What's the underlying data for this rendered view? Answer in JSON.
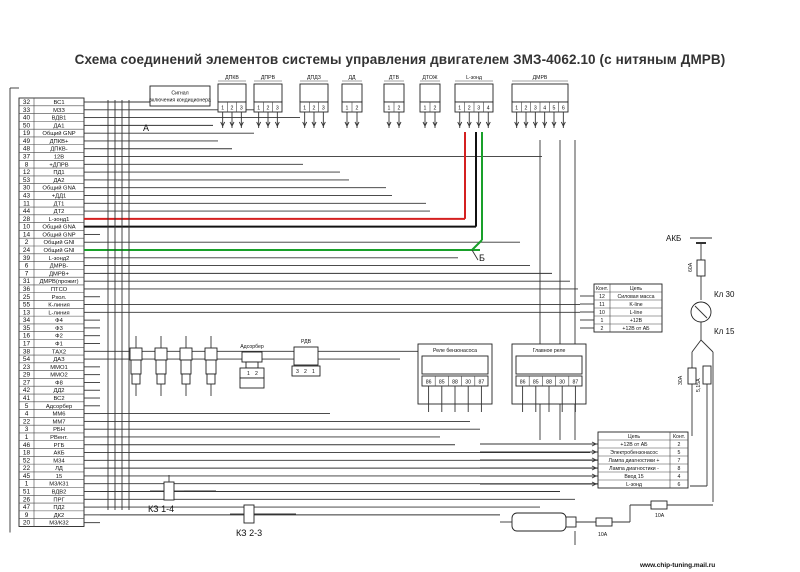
{
  "title": "Схема соединений элементов системы управления двигателем ЗМЗ-4062.10 (с нитяным ДМРВ)",
  "ecu_pins": [
    {
      "num": "32",
      "label": "ВС1"
    },
    {
      "num": "33",
      "label": "МЗЗ"
    },
    {
      "num": "40",
      "label": "ВДВ1"
    },
    {
      "num": "50",
      "label": "ДА1"
    },
    {
      "num": "19",
      "label": "Общий GNP"
    },
    {
      "num": "49",
      "label": "ДПКВ+"
    },
    {
      "num": "48",
      "label": "ДПКВ-"
    },
    {
      "num": "37",
      "label": "12В"
    },
    {
      "num": "8",
      "label": "+ДПРВ"
    },
    {
      "num": "12",
      "label": "ПД1"
    },
    {
      "num": "53",
      "label": "ДА2"
    },
    {
      "num": "30",
      "label": "Общий GNA"
    },
    {
      "num": "43",
      "label": "+ДД1"
    },
    {
      "num": "11",
      "label": "ДТ1"
    },
    {
      "num": "44",
      "label": "ДТ2"
    },
    {
      "num": "28",
      "label": "L-зонд1"
    },
    {
      "num": "10",
      "label": "Общий GNA"
    },
    {
      "num": "14",
      "label": "Общий GNP"
    },
    {
      "num": "2",
      "label": "Общий GNI"
    },
    {
      "num": "24",
      "label": "Общий GNI"
    },
    {
      "num": "39",
      "label": "L-зонд2"
    },
    {
      "num": "6",
      "label": "ДМРВ-"
    },
    {
      "num": "7",
      "label": "ДМРВ+"
    },
    {
      "num": "31",
      "label": "ДМРВ(прожиг)"
    },
    {
      "num": "36",
      "label": "ПТСО"
    },
    {
      "num": "25",
      "label": "Рхол."
    },
    {
      "num": "55",
      "label": "К-линия"
    },
    {
      "num": "13",
      "label": "L-линия"
    },
    {
      "num": "34",
      "label": "Ф4"
    },
    {
      "num": "35",
      "label": "Ф3"
    },
    {
      "num": "16",
      "label": "Ф2"
    },
    {
      "num": "17",
      "label": "Ф1"
    },
    {
      "num": "38",
      "label": "ТАХ2"
    },
    {
      "num": "54",
      "label": "ДАЗ"
    },
    {
      "num": "23",
      "label": "ММО1"
    },
    {
      "num": "29",
      "label": "ММО2"
    },
    {
      "num": "27",
      "label": "Ф8"
    },
    {
      "num": "42",
      "label": "ДД2"
    },
    {
      "num": "41",
      "label": "ВС2"
    },
    {
      "num": "5",
      "label": "Адсорбер"
    },
    {
      "num": "4",
      "label": "ММ6"
    },
    {
      "num": "22",
      "label": "ММ7"
    },
    {
      "num": "3",
      "label": "РБН"
    },
    {
      "num": "1",
      "label": "РВент."
    },
    {
      "num": "46",
      "label": "РГБ"
    },
    {
      "num": "18",
      "label": "АКБ"
    },
    {
      "num": "52",
      "label": "МЗ4"
    },
    {
      "num": "22",
      "label": "ЛД"
    },
    {
      "num": "45",
      "label": "15"
    },
    {
      "num": "1",
      "label": "М3/К31"
    },
    {
      "num": "51",
      "label": "ВДВ2"
    },
    {
      "num": "26",
      "label": "ПРГ"
    },
    {
      "num": "47",
      "label": "ПД2"
    },
    {
      "num": "9",
      "label": "ДК2"
    },
    {
      "num": "20",
      "label": "М3/К32"
    }
  ],
  "top_components": [
    {
      "label": "ДПКВ",
      "pins": [
        "1",
        "2",
        "3"
      ]
    },
    {
      "label": "ДПРВ",
      "pins": [
        "1",
        "2",
        "3"
      ]
    },
    {
      "label": "ДПДЗ",
      "pins": [
        "1",
        "2",
        "3"
      ]
    },
    {
      "label": "ДД",
      "pins": [
        "1",
        "2"
      ]
    },
    {
      "label": "ДТВ",
      "pins": [
        "1",
        "2"
      ]
    },
    {
      "label": "ДТОЖ",
      "pins": [
        "1",
        "2"
      ]
    },
    {
      "label": "L-зонд",
      "pins": [
        "1",
        "2",
        "3",
        "4"
      ]
    },
    {
      "label": "ДМРВ",
      "pins": [
        "1",
        "2",
        "3",
        "4",
        "5",
        "6"
      ]
    }
  ],
  "ac_signal": "Сигнал включения кондиционера",
  "point_a": "А",
  "point_b": "Б",
  "diag_connector": {
    "headers": [
      "Конт.",
      "Цепь"
    ],
    "rows": [
      [
        "12",
        "Силовая масса"
      ],
      [
        "11",
        "K-line"
      ],
      [
        "10",
        "L-line"
      ],
      [
        "1",
        "+12В"
      ],
      [
        "2",
        "+12В от АБ"
      ]
    ]
  },
  "adsorber": "Адсорбер",
  "rdv": "РДВ",
  "relay_fuel": {
    "label": "Реле бензонасоса",
    "pins": [
      "86",
      "85",
      "88",
      "30",
      "87"
    ]
  },
  "relay_main": {
    "label": "Главное реле",
    "pins": [
      "86",
      "85",
      "88",
      "30",
      "87"
    ]
  },
  "bottom_connector": {
    "headers": [
      "Цепь",
      "Конт."
    ],
    "rows": [
      [
        "+12В от АБ",
        "2"
      ],
      [
        "Электробензонасос",
        "5"
      ],
      [
        "Лампа диагностики +",
        "7"
      ],
      [
        "Лампа диагностики -",
        "8"
      ],
      [
        "Ввод 15",
        "4"
      ],
      [
        "L-зонд",
        "6"
      ]
    ]
  },
  "akb": "АКБ",
  "fuse_60a": "60А",
  "fuse_30a": "30А",
  "fuse_15a": "5,15А",
  "kl30": "Кл 30",
  "kl15": "Кл 15",
  "fuse_10a_a": "10А",
  "fuse_10a_b": "10А",
  "kz14": "КЗ 1-4",
  "kz23": "КЗ 2-3",
  "watermark": "www.chip-tuning.mail.ru"
}
